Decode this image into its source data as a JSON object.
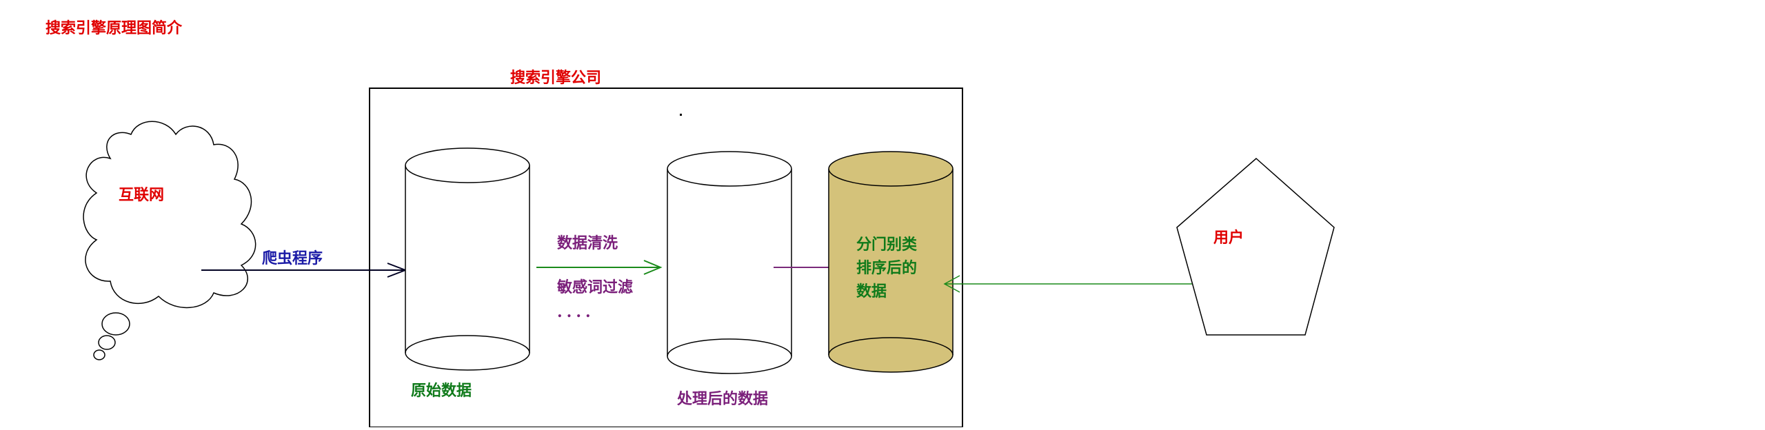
{
  "title": "搜索引擎原理图简介",
  "company_label": "搜索引擎公司",
  "internet_label": "互联网",
  "crawler_label": "爬虫程序",
  "raw_data_label": "原始数据",
  "cleaning_label": "数据清洗",
  "filter_label": "敏感词过滤",
  "ellipsis_label": "....",
  "processed_data_label": "处理后的数据",
  "sorted_data_label": [
    "分门别类",
    "排序后的",
    "数据"
  ],
  "user_label": "用户",
  "colors": {
    "red_text": "#e00000",
    "blue_text": "#1a1aa6",
    "green_text": "#0f7a1a",
    "purple_text": "#7a1f7a",
    "cylinder_fill": "#d4c27a",
    "green_line": "#1a8a1a",
    "purple_line": "#7a2a7a"
  }
}
